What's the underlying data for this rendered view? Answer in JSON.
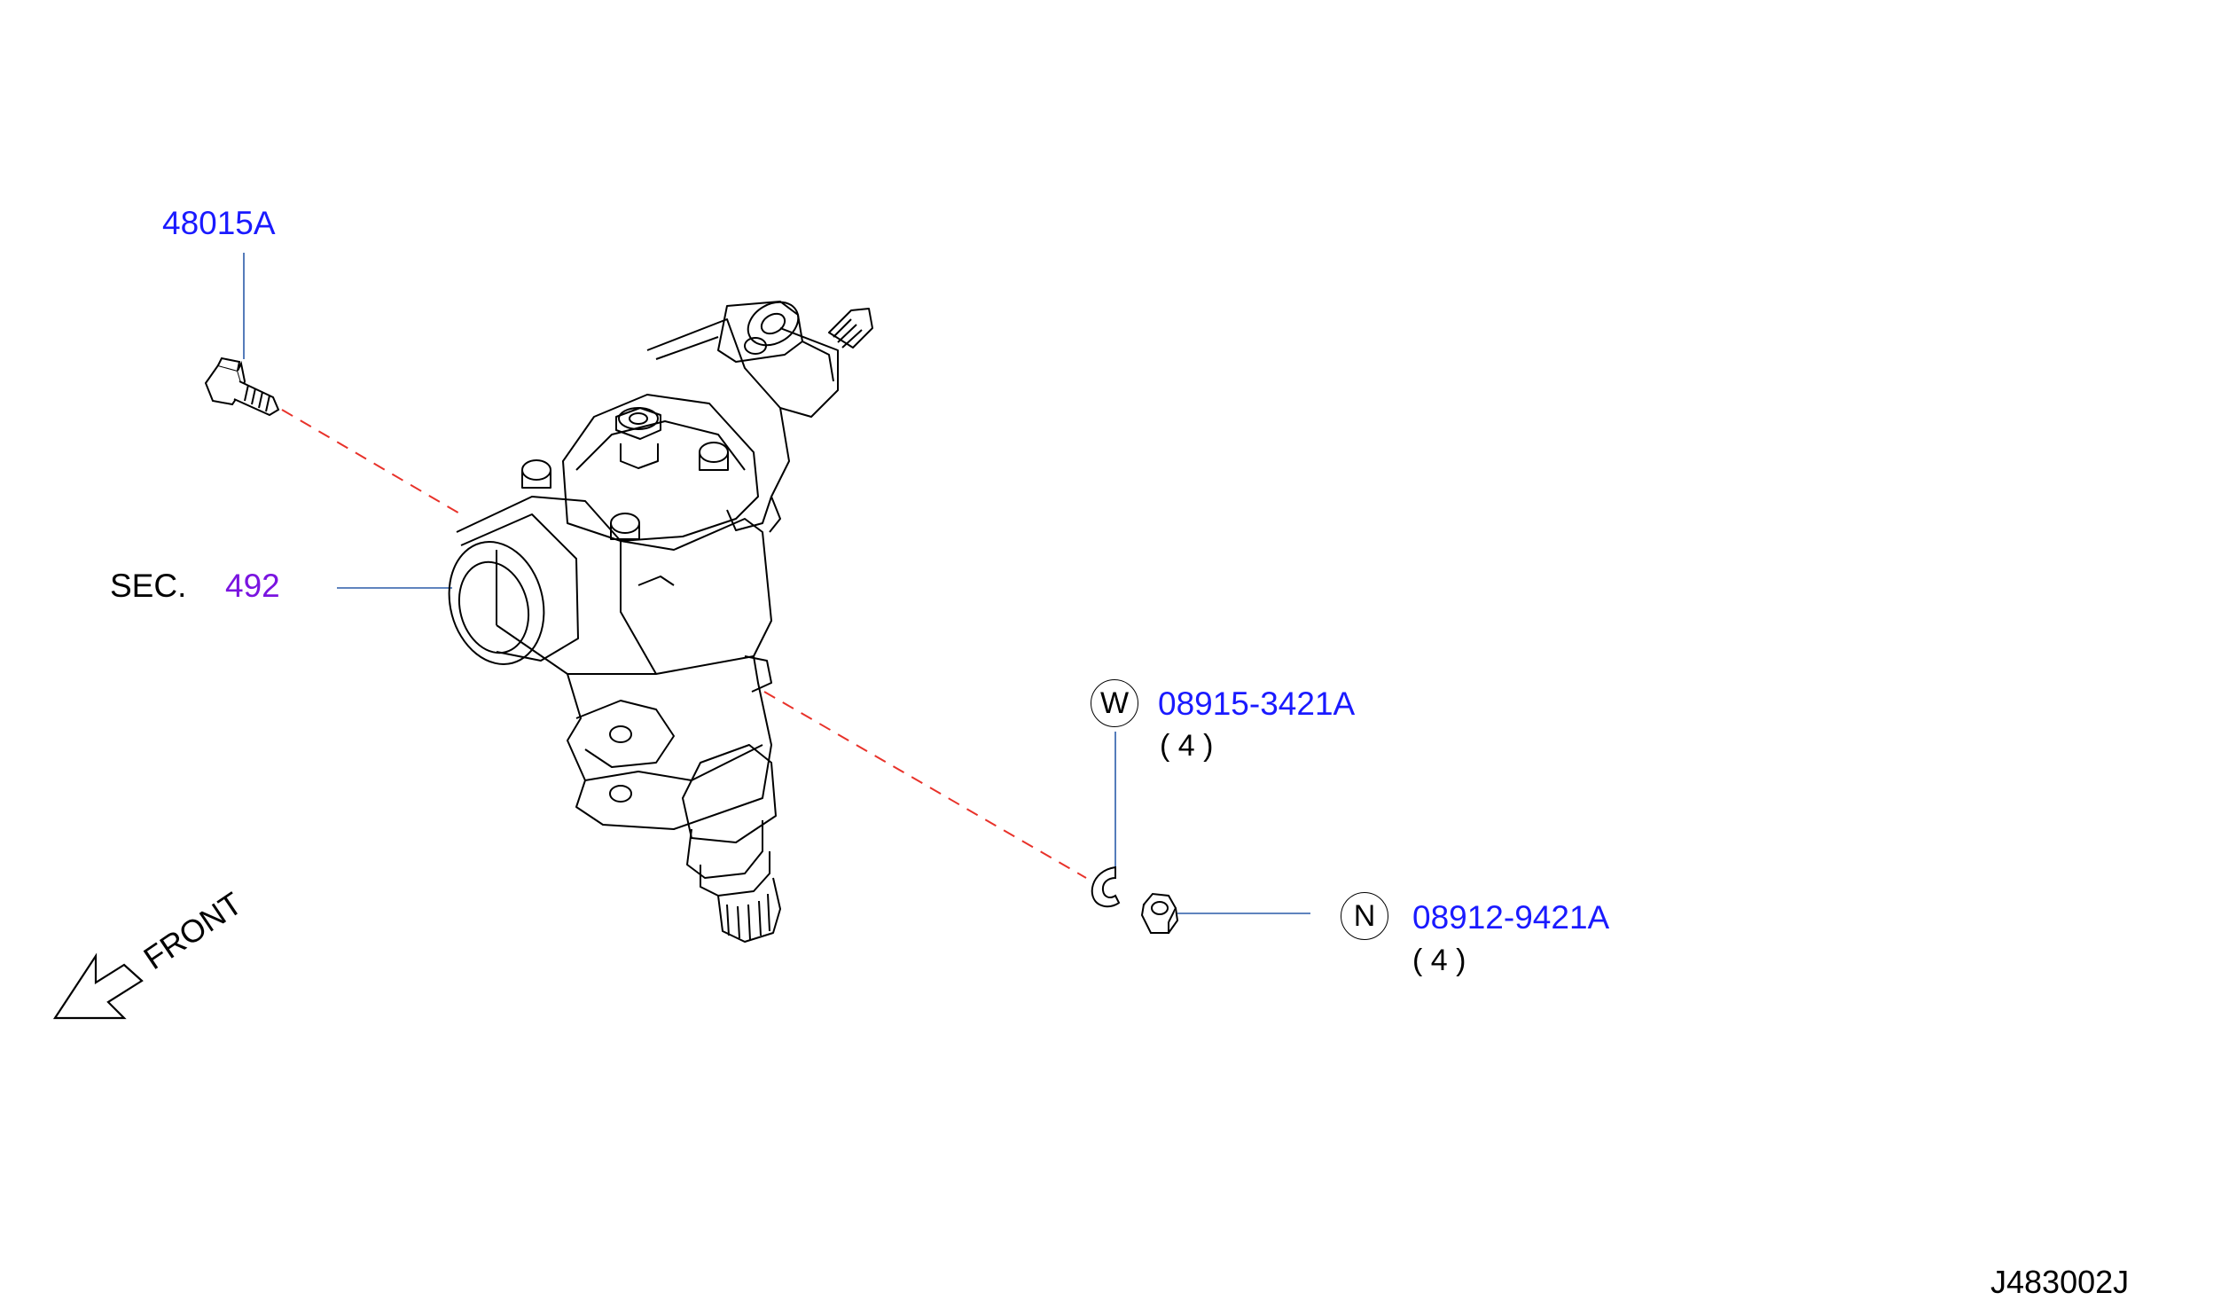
{
  "diagram": {
    "parts": {
      "bolt": {
        "part_no": "48015A"
      },
      "section": {
        "prefix": "SEC.",
        "number": "492"
      },
      "washer": {
        "symbol": "W",
        "part_no": "08915-3421A",
        "qty": "( 4 )"
      },
      "nut": {
        "symbol": "N",
        "part_no": "08912-9421A",
        "qty": "( 4 )"
      }
    },
    "direction": {
      "label": "FRONT"
    },
    "figure_code": "J483002J",
    "colors": {
      "part_number": "#1a1aff",
      "section_number": "#7a14e0",
      "leader_line": "#2a5ba8",
      "dashed_line": "#e8322a",
      "outline": "#000000"
    }
  }
}
